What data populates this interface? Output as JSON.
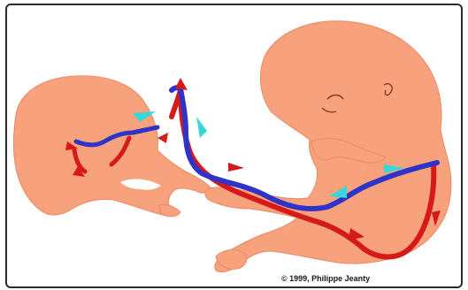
{
  "figure": {
    "copyright": "© 1999, Philippe Jeanty"
  },
  "colors": {
    "skin": "#f7a27c",
    "skin_outline": "#e27f5a",
    "oxygenated_blood": "#d61a1a",
    "deoxygenated_blood": "#2f33c8",
    "flow_arrow_accent": "#35d7d7",
    "frame": "#2b2b2b",
    "background": "#ffffff"
  },
  "icons": {
    "flow_arrow_red": "arrowhead",
    "flow_arrow_cyan": "arrowhead"
  }
}
